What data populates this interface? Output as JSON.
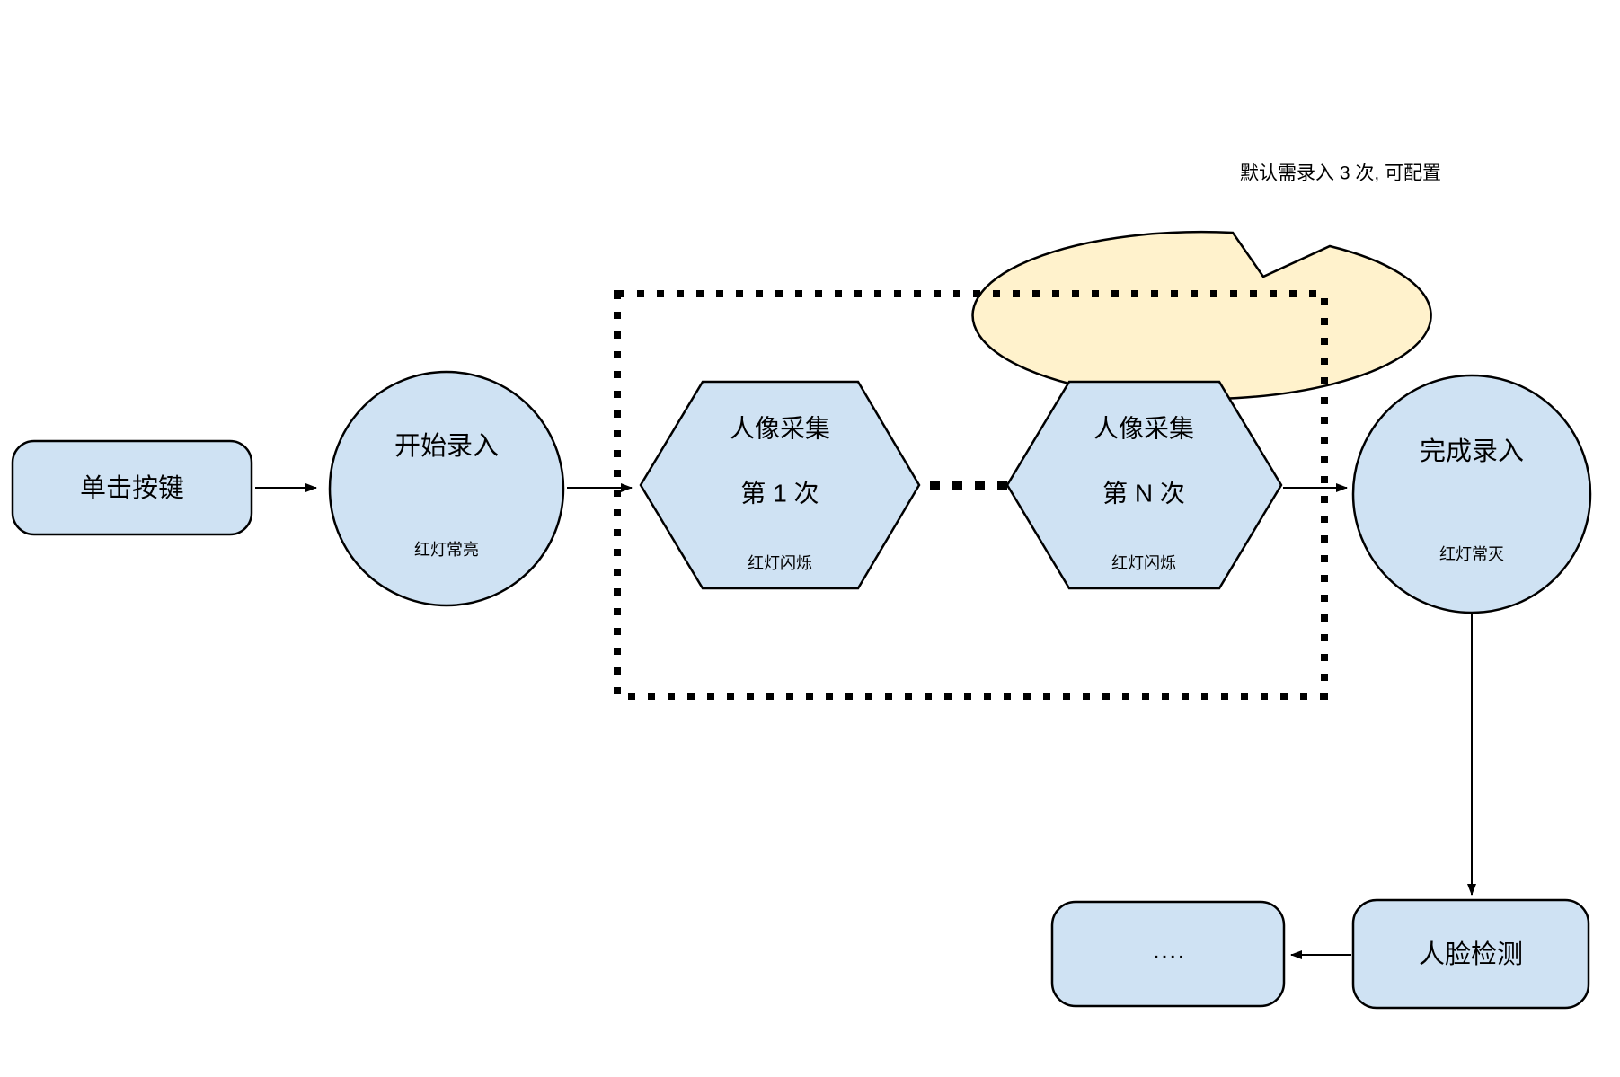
{
  "colors": {
    "node_fill": "#cfe2f3",
    "node_stroke": "#000000",
    "callout_fill": "#fff2cc",
    "background": "#ffffff"
  },
  "nodes": {
    "click_button": {
      "label": "单击按键"
    },
    "start_entry": {
      "title": "开始录入",
      "subtitle": "红灯常亮"
    },
    "capture_first": {
      "title": "人像采集",
      "line2": "第 1 次",
      "subtitle": "红灯闪烁"
    },
    "capture_nth": {
      "title": "人像采集",
      "line2": "第 N 次",
      "subtitle": "红灯闪烁"
    },
    "finish_entry": {
      "title": "完成录入",
      "subtitle": "红灯常灭"
    },
    "face_detection": {
      "label": "人脸检测"
    },
    "more": {
      "label": "…."
    }
  },
  "callout": {
    "text": "默认需录入 3 次, 可配置"
  }
}
